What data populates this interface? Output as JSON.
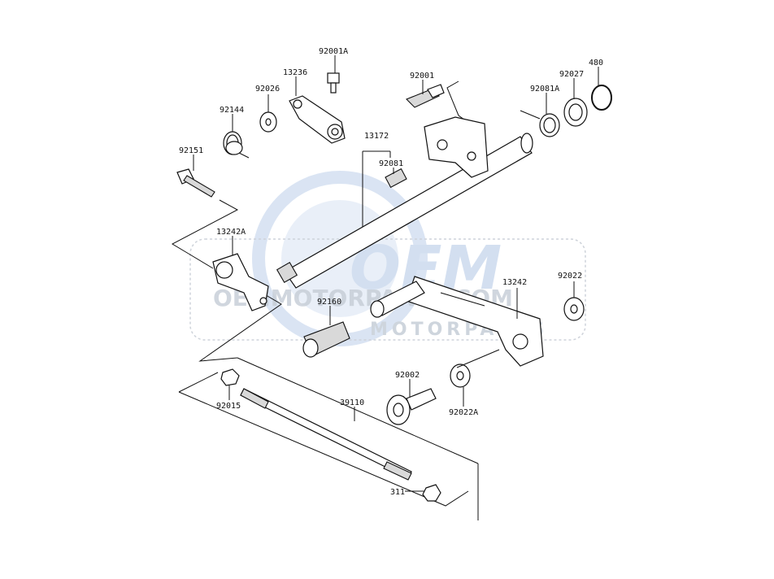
{
  "diagram": {
    "labels": {
      "p92001A": "92001A",
      "p13236": "13236",
      "p92026": "92026",
      "p92144": "92144",
      "p92151": "92151",
      "p92001": "92001",
      "p13172": "13172",
      "p92081": "92081",
      "p92081A": "92081A",
      "p92027": "92027",
      "p480": "480",
      "p13242A": "13242A",
      "p92160": "92160",
      "p13242": "13242",
      "p92022": "92022",
      "p92002": "92002",
      "p92022A": "92022A",
      "p92015": "92015",
      "p39110": "39110",
      "p311": "311"
    },
    "watermark": {
      "brand": "OEM",
      "line1": "OEMMOTORPARTS.COM",
      "line2": "MOTORPARTS",
      "colors": {
        "ring": "#cfdcef",
        "text": "#b9c3cf"
      }
    }
  }
}
